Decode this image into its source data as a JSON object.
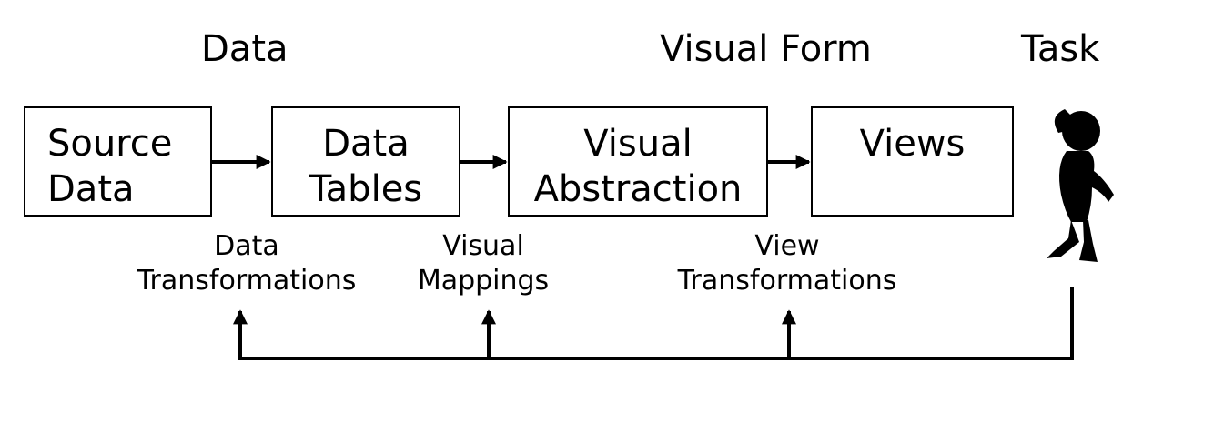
{
  "headers": {
    "data": "Data",
    "visual_form": "Visual Form",
    "task": "Task"
  },
  "boxes": {
    "source_data": [
      "Source",
      "Data"
    ],
    "data_tables": [
      "Data",
      "Tables"
    ],
    "visual_abstraction": [
      "Visual",
      "Abstraction"
    ],
    "views": [
      "Views"
    ]
  },
  "operations": {
    "data_transformations": [
      "Data",
      "Transformations"
    ],
    "visual_mappings": [
      "Visual",
      "Mappings"
    ],
    "view_transformations": [
      "View",
      "Transformations"
    ]
  },
  "icons": {
    "user": "thinking-person-icon"
  }
}
